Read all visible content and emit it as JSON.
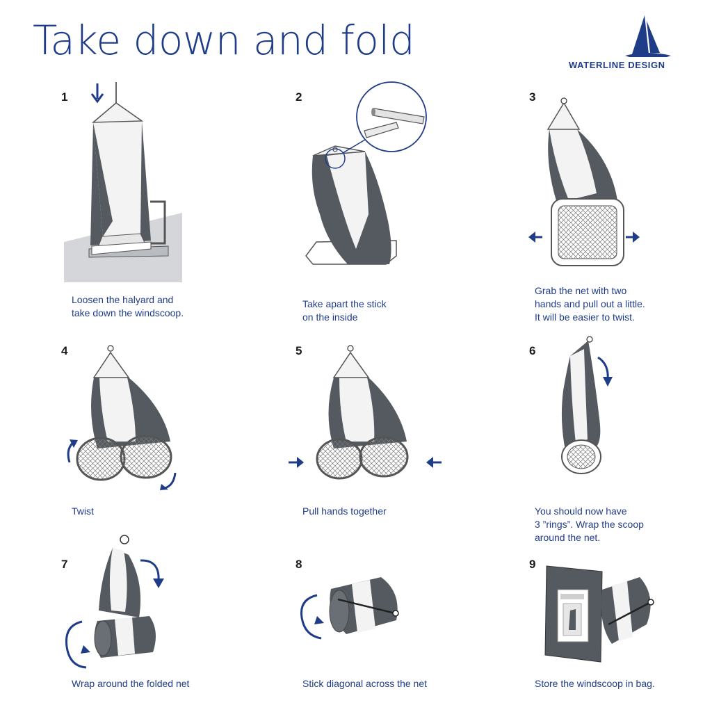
{
  "title": "Take down and fold",
  "brand": "WATERLINE DESIGN",
  "colors": {
    "accent": "#1f3c88",
    "fabric_dark": "#555a61",
    "fabric_light": "#f3f3f3"
  },
  "steps": [
    {
      "number": "1",
      "caption": "Loosen the halyard and\ntake down the windscoop."
    },
    {
      "number": "2",
      "caption": "Take apart the stick\non the inside"
    },
    {
      "number": "3",
      "caption": "Grab the net with two\nhands and pull out a little.\nIt will be easier to twist."
    },
    {
      "number": "4",
      "caption": "Twist"
    },
    {
      "number": "5",
      "caption": "Pull hands together"
    },
    {
      "number": "6",
      "caption": "You should now have\n3 ”rings”. Wrap the scoop\naround the net."
    },
    {
      "number": "7",
      "caption": "Wrap around the folded net"
    },
    {
      "number": "8",
      "caption": "Stick diagonal across the net"
    },
    {
      "number": "9",
      "caption": "Store the windscoop in bag."
    }
  ]
}
